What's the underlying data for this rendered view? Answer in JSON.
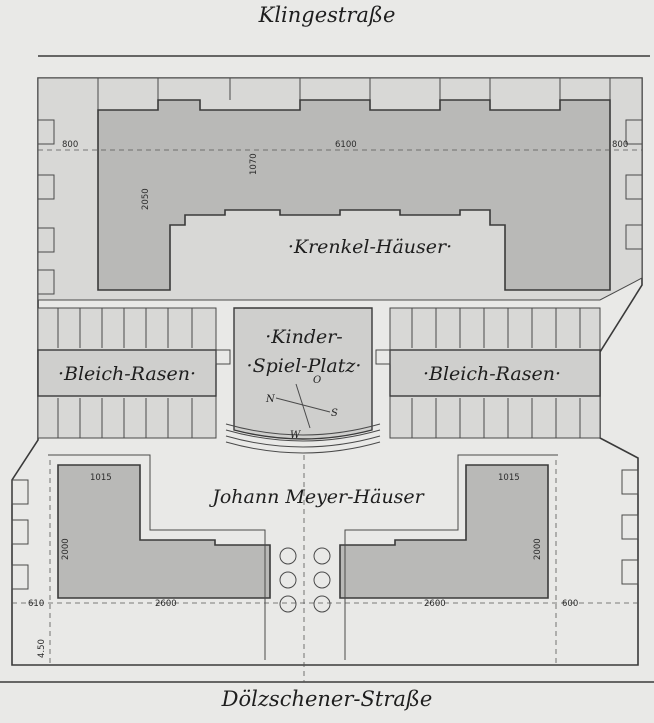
{
  "streets": {
    "top": "Klingestraße",
    "bottom": "Dölzschener-Straße"
  },
  "labels": {
    "north_block": "·Krenkel-Häuser·",
    "south_block": "Johann Meyer-Häuser",
    "bleach_left": "·Bleich-Rasen·",
    "bleach_right": "·Bleich-Rasen·",
    "playground_line1": "·Kinder-",
    "playground_line2": "·Spiel-Platz·"
  },
  "compass": {
    "n": "N",
    "s": "S",
    "w": "W",
    "o": "O"
  },
  "dimensions": {
    "top_left": "800",
    "top_width": "6100",
    "top_depth": "1070",
    "top_wing": "2050",
    "top_right": "800",
    "sw_width": "1015",
    "sw_depth": "2000",
    "sw_left": "610",
    "sw_front": "2600",
    "sw_setback": "4.50",
    "se_width": "1015",
    "se_depth": "2000",
    "se_front": "2600",
    "se_right": "600"
  }
}
